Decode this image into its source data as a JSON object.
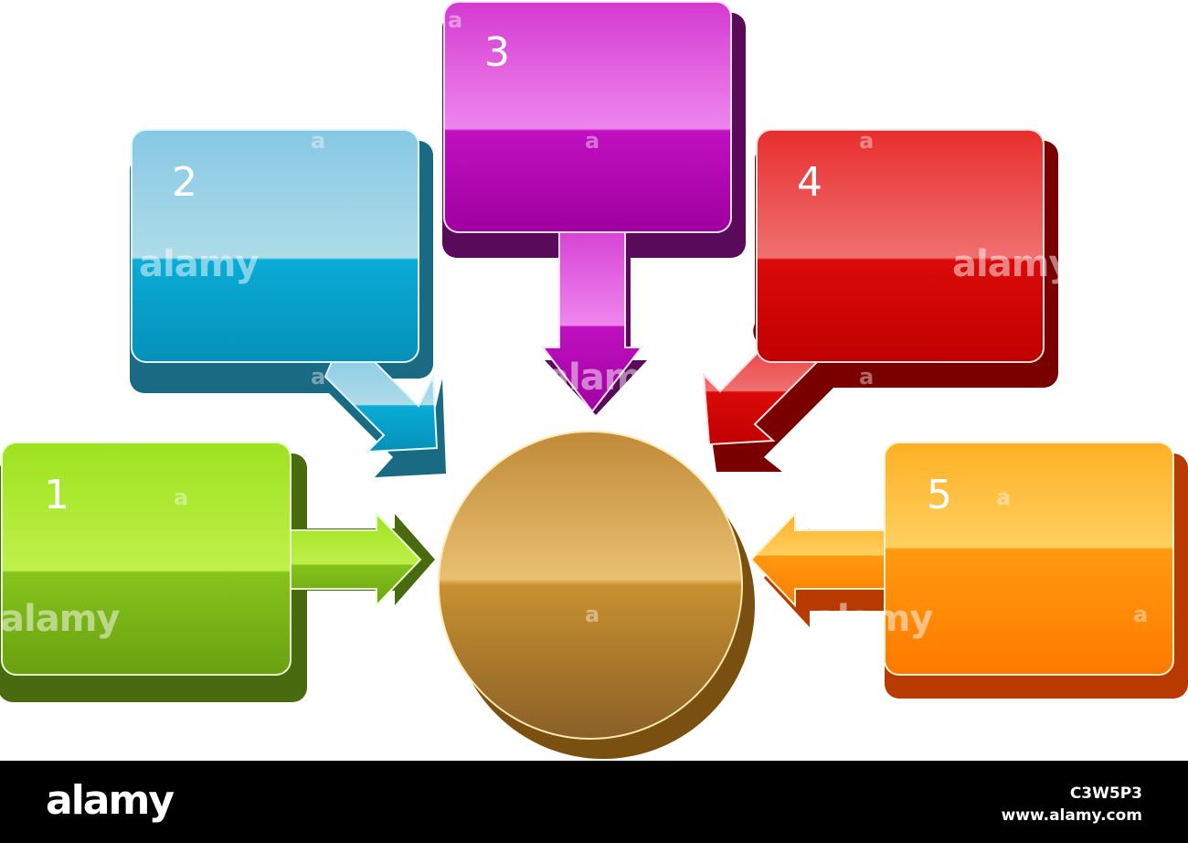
{
  "diagram": {
    "boxes": [
      {
        "number": "1",
        "color": "#8fd42a"
      },
      {
        "number": "2",
        "color": "#3cb4d8"
      },
      {
        "number": "3",
        "color": "#c62cc6"
      },
      {
        "number": "4",
        "color": "#e02020"
      },
      {
        "number": "5",
        "color": "#ffa020"
      }
    ],
    "center": {
      "color": "#b8883a"
    }
  },
  "watermark": {
    "text": "alamy",
    "mark": "a"
  },
  "footer": {
    "logo": "alamy",
    "image_id": "C3W5P3",
    "url": "www.alamy.com"
  }
}
